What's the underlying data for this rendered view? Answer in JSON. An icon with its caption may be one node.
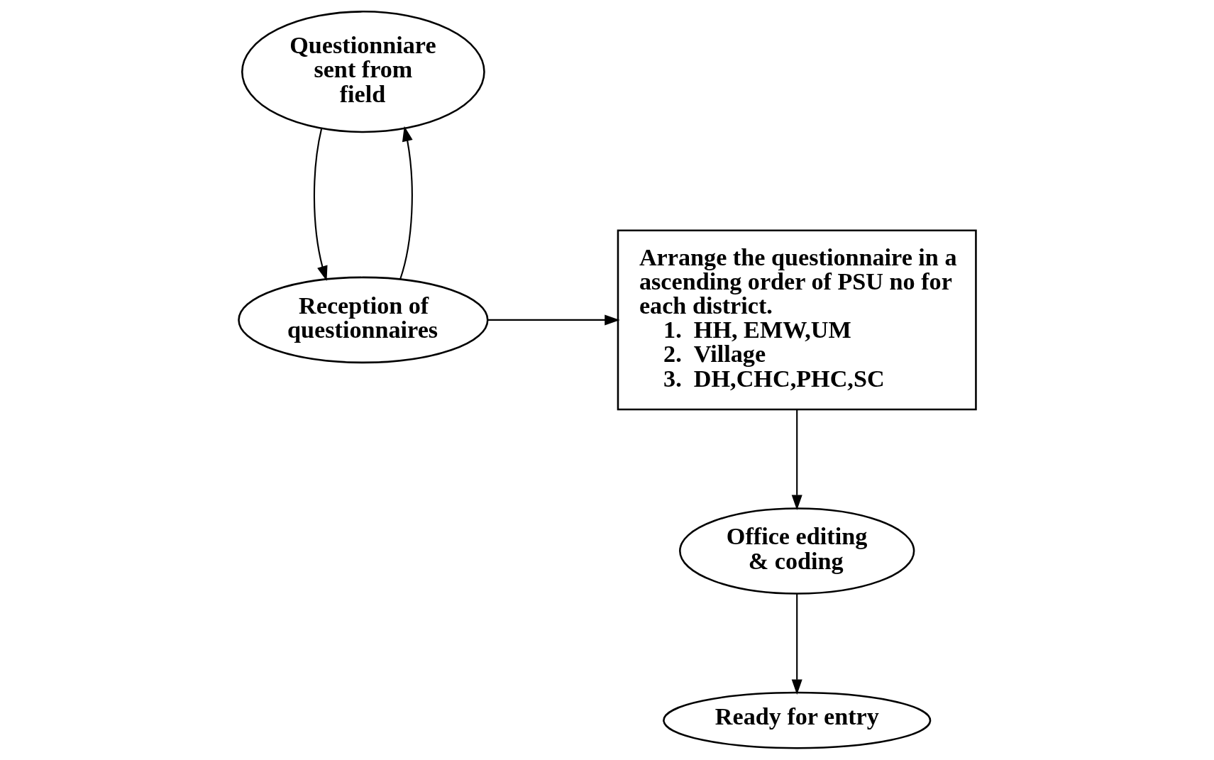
{
  "diagram": {
    "nodes": [
      {
        "text": [
          "Questionniare sent from field"
        ]
      },
      {
        "text": [
          "Reception of questionnaires"
        ]
      },
      {
        "text": [
          "Arrange the questionnaire in a ascending order of PSU no for each district.",
          "1.  HH, EMW,UM",
          "2.  Village",
          "3.  DH,CHC,PHC,SC"
        ]
      },
      {
        "text": [
          "Office editing & coding"
        ]
      },
      {
        "text": [
          "Ready for entry"
        ]
      }
    ],
    "edges": [
      {
        "from": 0,
        "to": 1,
        "arrow": "to"
      },
      {
        "from": 1,
        "to": 0,
        "arrow": "to"
      },
      {
        "from": 1,
        "to": 2,
        "arrow": "to"
      },
      {
        "from": 2,
        "to": 3,
        "arrow": "to"
      },
      {
        "from": 3,
        "to": 4,
        "arrow": "to"
      }
    ]
  }
}
